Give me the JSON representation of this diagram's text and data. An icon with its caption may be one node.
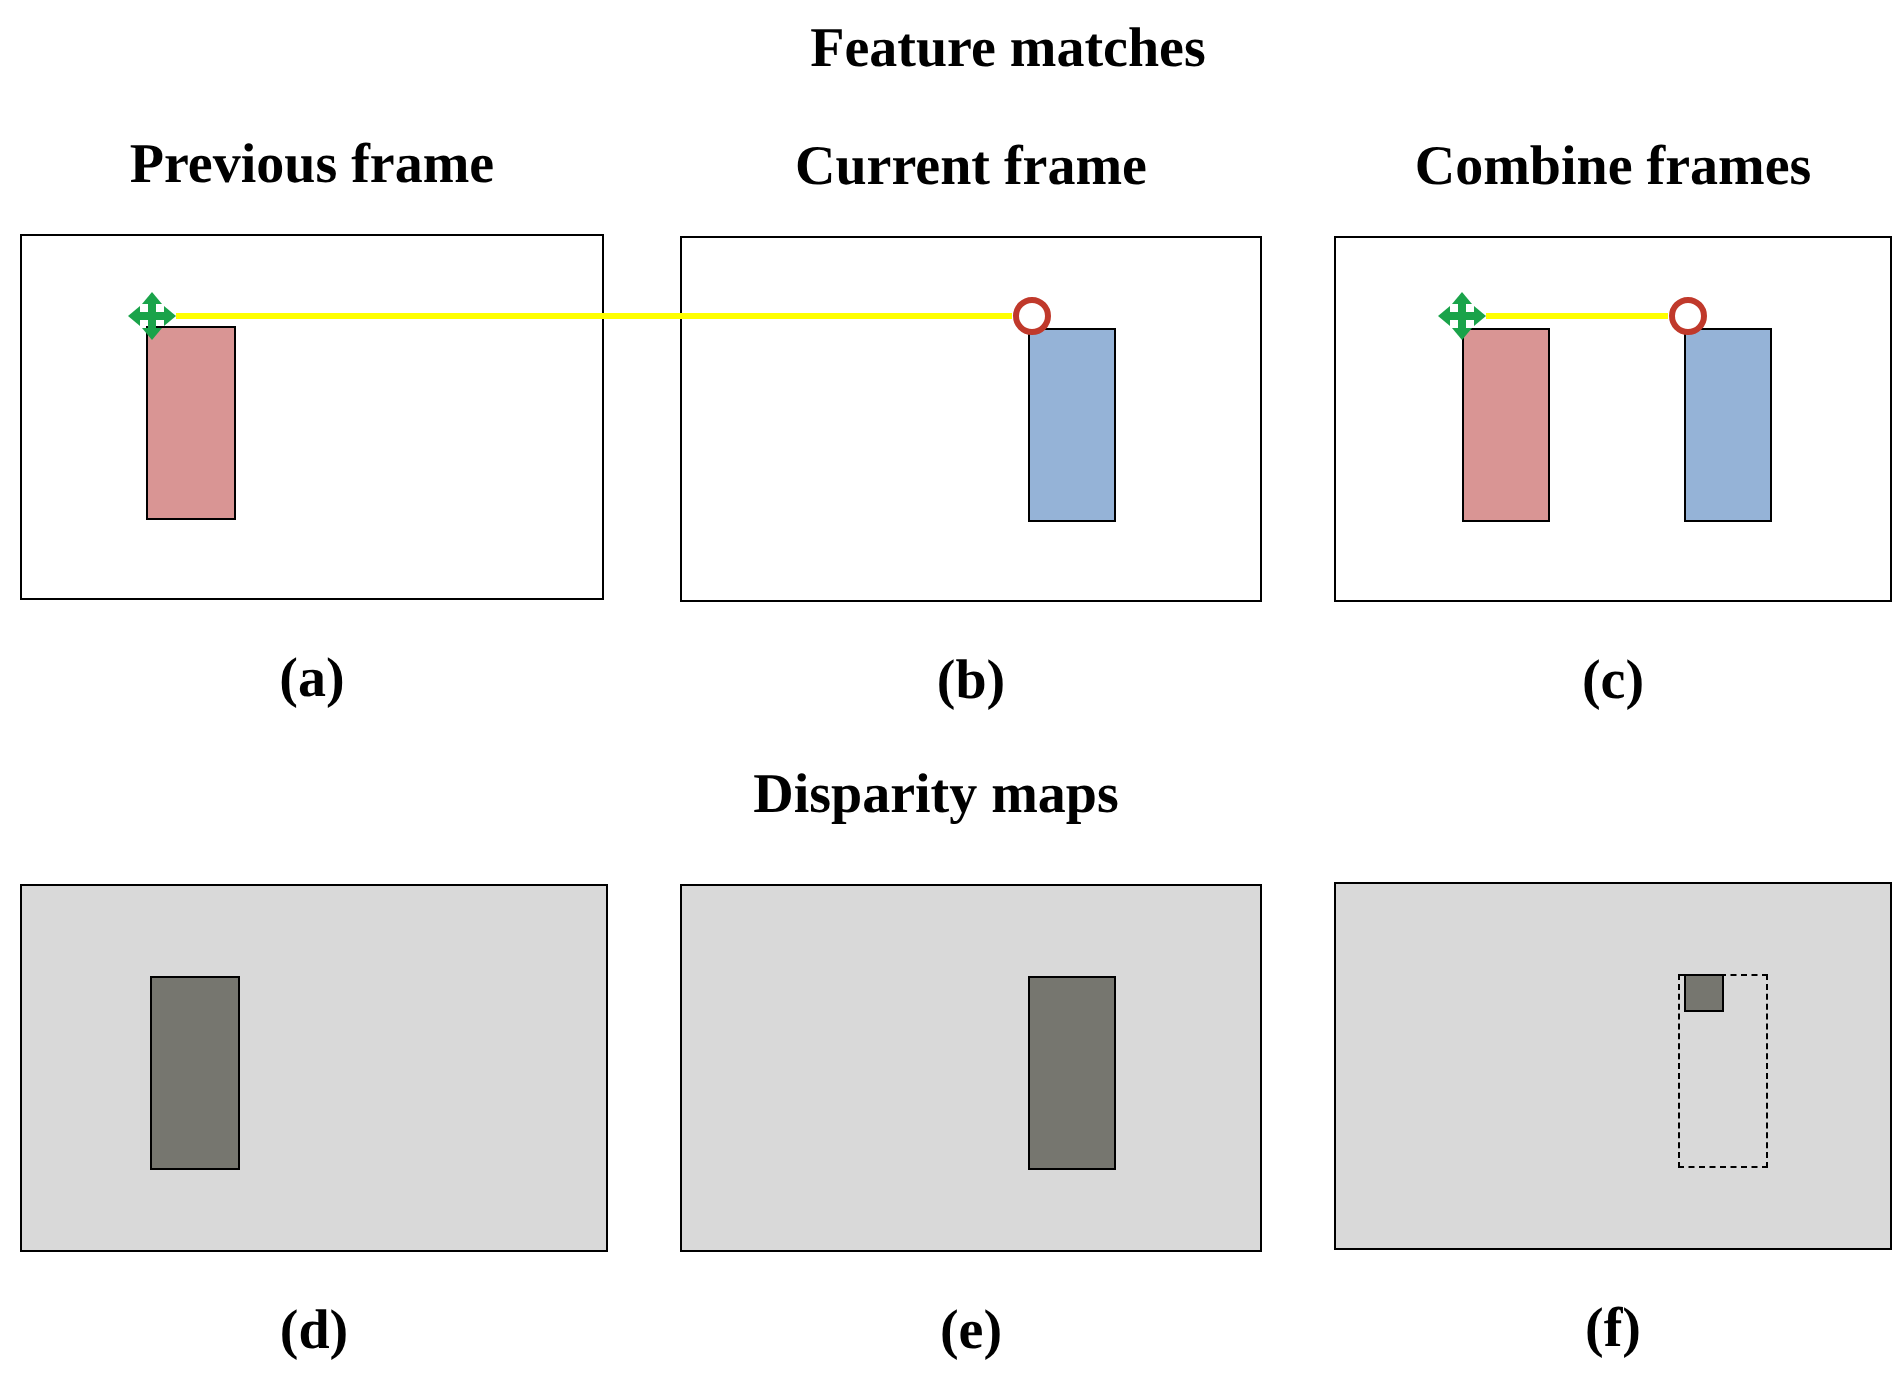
{
  "diagram": {
    "nodes": [
      {
        "text": [
          "Previous frame"
        ],
        "beside": [
          "(a)"
        ]
      },
      {
        "text": [],
        "shape": "box",
        "in": 0
      },
      {
        "text": [],
        "shape": "cross",
        "in": 0
      },
      {
        "text": [
          "Current frame"
        ],
        "beside": [
          "(b)"
        ]
      },
      {
        "text": [],
        "shape": "box",
        "in": 3
      },
      {
        "text": [],
        "shape": "circle",
        "in": 3
      },
      {
        "text": [
          "Combine frames"
        ],
        "beside": [
          "(c)"
        ]
      },
      {
        "text": [],
        "shape": "box",
        "in": 6
      },
      {
        "text": [],
        "shape": "box",
        "in": 6
      },
      {
        "text": [],
        "shape": "cross",
        "in": 6
      },
      {
        "text": [],
        "shape": "circle",
        "in": 6
      },
      {
        "text": [],
        "shape": "box",
        "beside": [
          "(d)"
        ]
      },
      {
        "text": [],
        "shape": "box",
        "in": 11
      },
      {
        "text": [],
        "shape": "box",
        "beside": [
          "(e)"
        ]
      },
      {
        "text": [],
        "shape": "box",
        "in": 13
      },
      {
        "text": [],
        "shape": "box",
        "beside": [
          "(f)"
        ]
      },
      {
        "text": [],
        "shape": "box",
        "in": 15
      },
      {
        "text": [],
        "shape": "box",
        "in": 16
      }
    ],
    "edges": [
      {
        "from": 2,
        "to": 5,
        "arrow": "none"
      },
      {
        "from": 9,
        "to": 10,
        "arrow": "none"
      }
    ],
    "labels": [
      "Feature matches",
      "Disparity maps"
    ]
  }
}
